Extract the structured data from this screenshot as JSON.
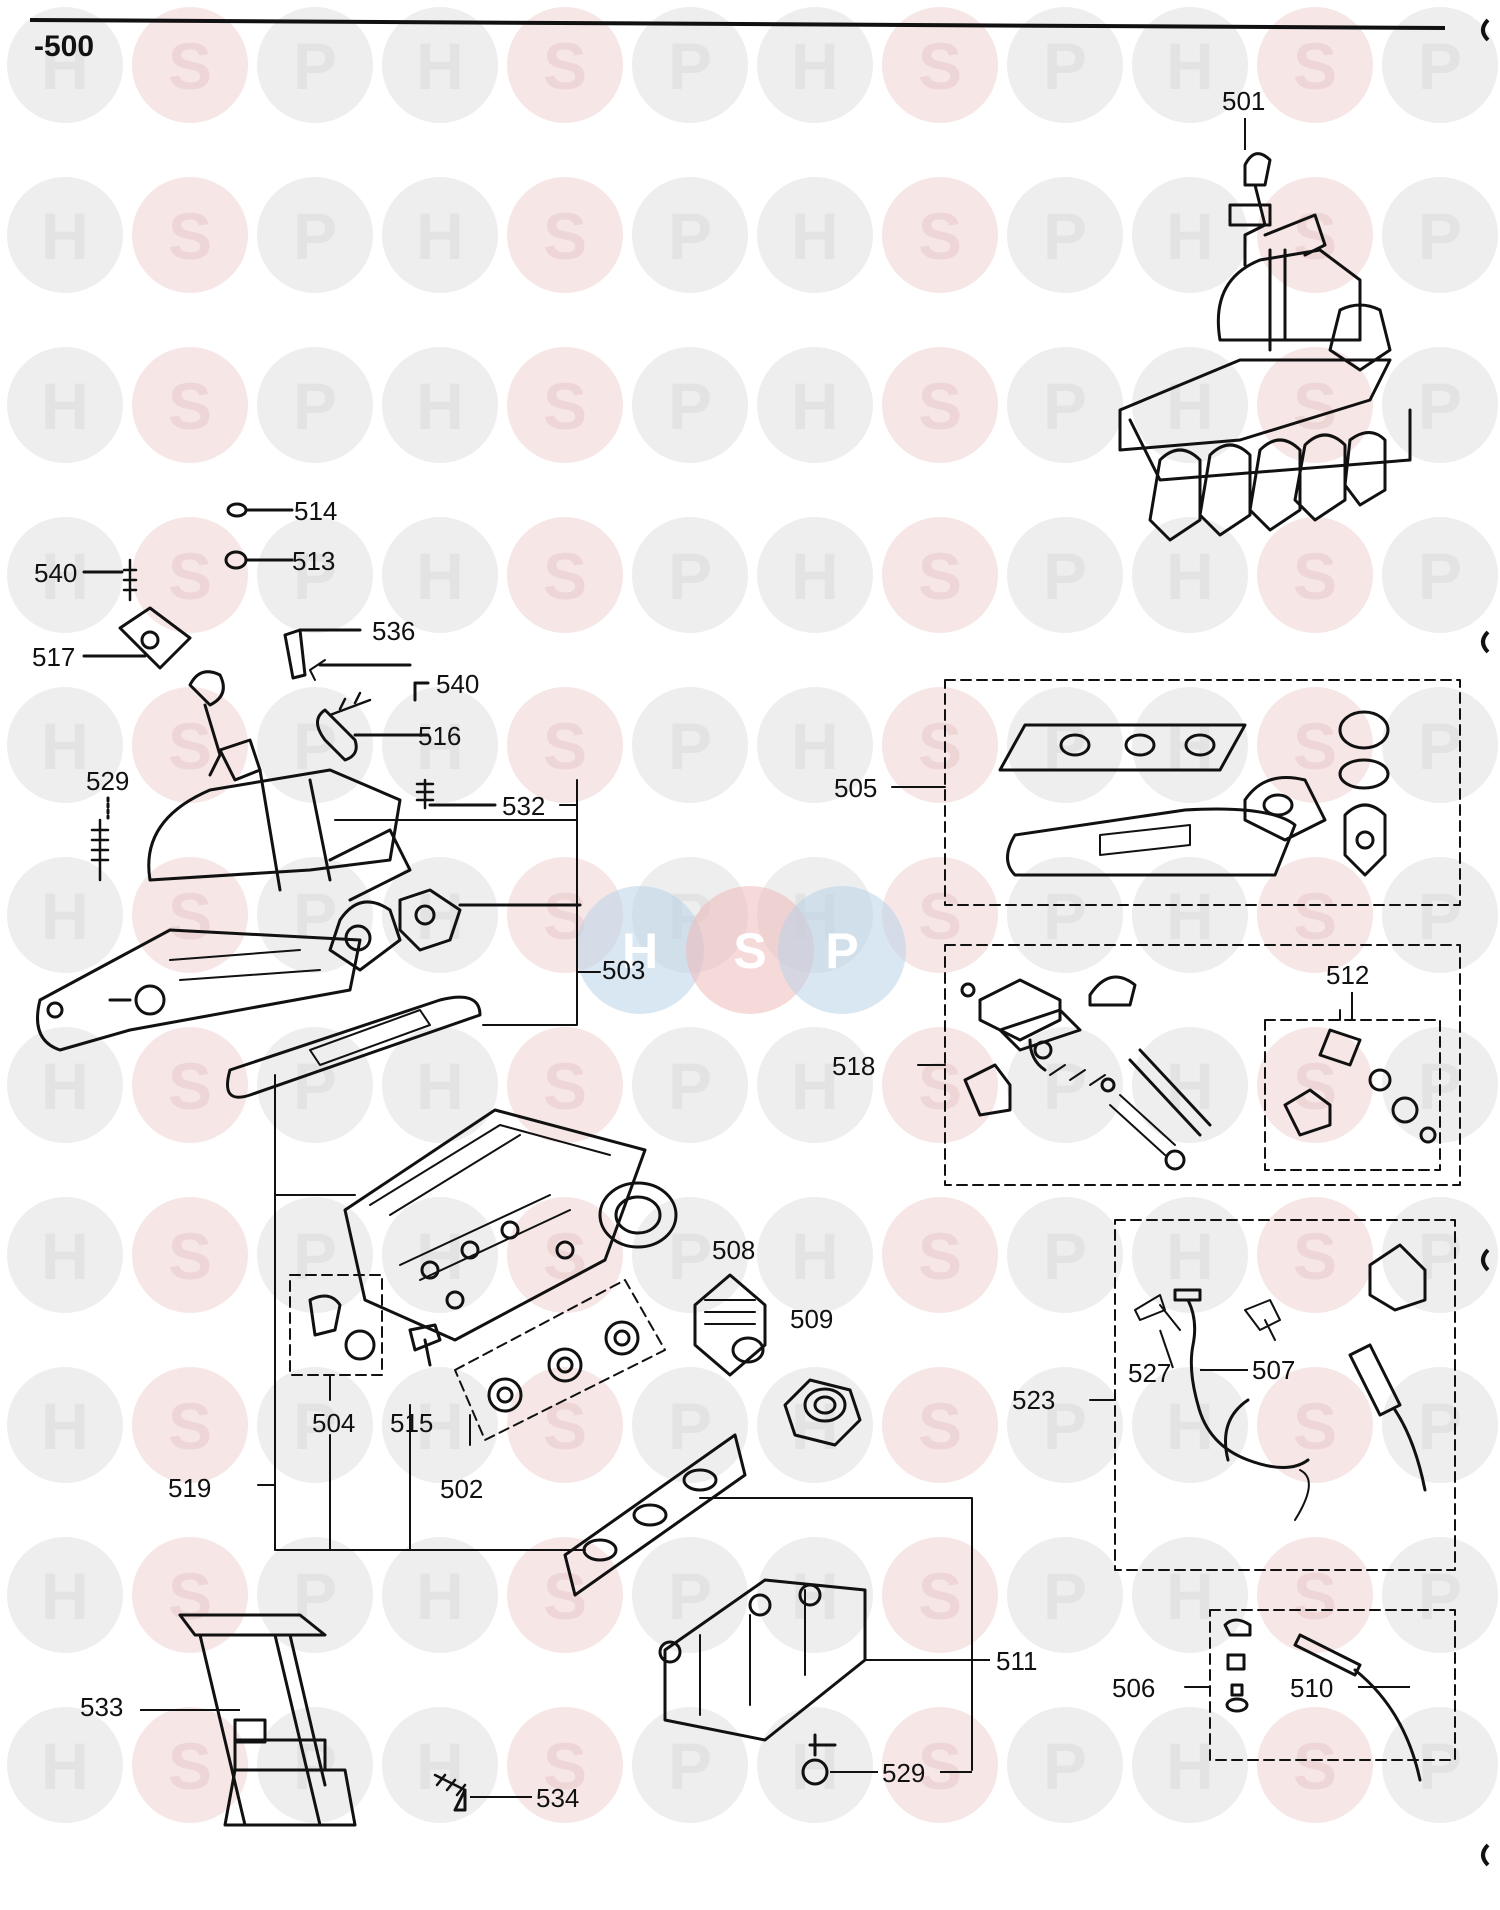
{
  "diagram": {
    "title": "-500",
    "watermark": {
      "letters": [
        "H",
        "S",
        "P"
      ],
      "color": "#e8cfcf",
      "logo_colors": [
        "#b9d3ea",
        "#eeb9b9",
        "#b9d3ea"
      ]
    },
    "labels": {
      "l501": "501",
      "l502": "502",
      "l503": "503",
      "l504": "504",
      "l505": "505",
      "l506": "506",
      "l507": "507",
      "l508": "508",
      "l509": "509",
      "l510": "510",
      "l511": "511",
      "l512": "512",
      "l513": "513",
      "l514": "514",
      "l515": "515",
      "l516": "516",
      "l517": "517",
      "l518": "518",
      "l519": "519",
      "l523": "523",
      "l527": "527",
      "l529a": "529",
      "l529b": "529",
      "l532": "532",
      "l533": "533",
      "l534": "534",
      "l536": "536",
      "l540a": "540",
      "l540b": "540"
    }
  }
}
